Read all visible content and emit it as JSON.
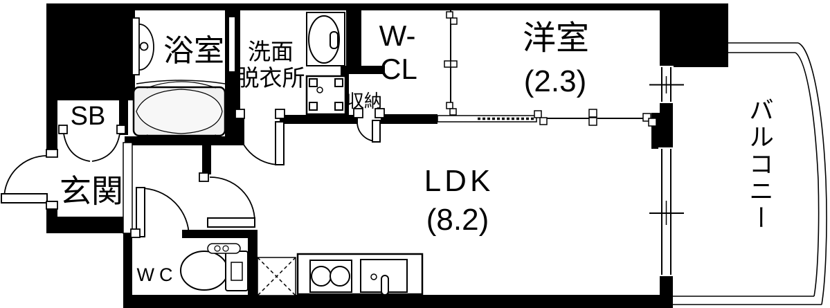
{
  "title": "1R/1K apartment floor plan",
  "rooms": {
    "bathroom": {
      "label": "浴室"
    },
    "washroom": {
      "label_line1": "洗面",
      "label_line2": "脱衣所"
    },
    "walk_in_closet": {
      "label_line1": "W-",
      "label_line2": "CL"
    },
    "storage": {
      "label": "収納"
    },
    "western_room": {
      "label": "洋室",
      "size": "(2.3)"
    },
    "shoe_box": {
      "label": "SB"
    },
    "entrance": {
      "label": "玄関"
    },
    "toilet_room": {
      "label": "WC"
    },
    "ldk": {
      "label": "LDK",
      "size": "(8.2)"
    },
    "balcony": {
      "label": "バルコニー"
    }
  },
  "colors": {
    "wall": "#000000",
    "background": "#ffffff",
    "bathtub_fill": "#f1f1f1",
    "line": "#000000"
  }
}
